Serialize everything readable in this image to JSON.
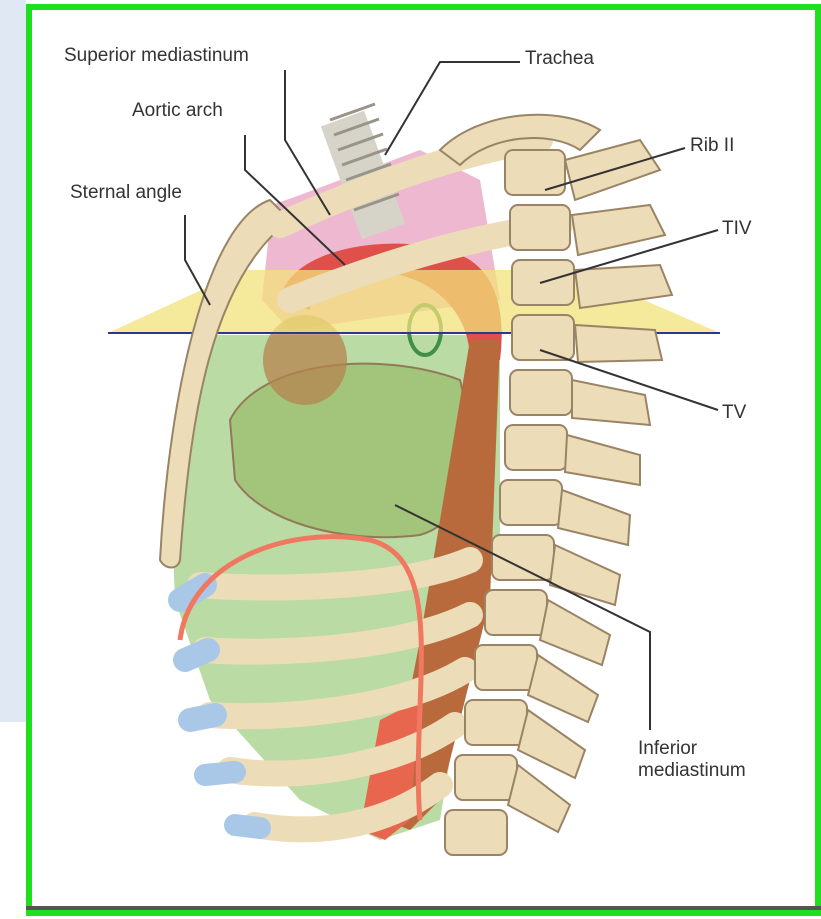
{
  "figure": {
    "labels": {
      "superior_mediastinum": "Superior mediastinum",
      "trachea": "Trachea",
      "aortic_arch": "Aortic arch",
      "rib_ii": "Rib II",
      "sternal_angle": "Sternal angle",
      "tiv": "TIV",
      "tv": "TV",
      "inferior_mediastinum_1": "Inferior",
      "inferior_mediastinum_2": "mediastinum"
    },
    "colors": {
      "frame": "#1ee01e",
      "superior_region": "#e8a0c0",
      "inferior_region": "#9ccc7e",
      "plane": "#f2e27a",
      "aorta": "#e0504a",
      "bone": "#ecdcb8",
      "cartilage": "#a9c8e8"
    }
  }
}
